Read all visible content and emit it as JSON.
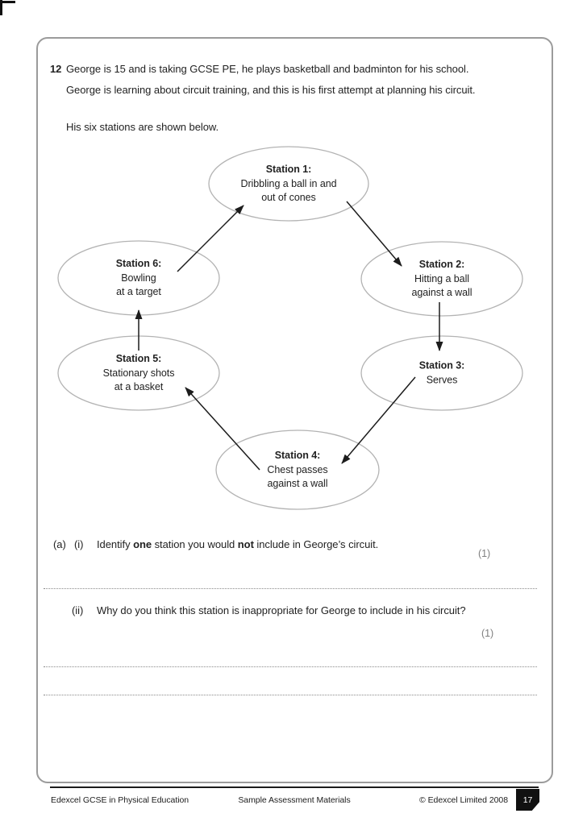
{
  "colors": {
    "text_black": "#222222",
    "frame_gray": "#9b9b9b",
    "ellipse_gray": "#b3b3b3",
    "marks_gray": "#7f7f7f"
  },
  "question": {
    "number": "12",
    "intro_line1": "George is 15 and is taking GCSE PE, he plays basketball and badminton for his school.",
    "intro_para2": "George is learning about circuit training, and this is his first attempt at planning his circuit.",
    "intro_para3": "His six stations are shown below."
  },
  "diagram": {
    "stations": [
      {
        "title": "Station 1:",
        "lines": [
          "Dribbling a ball in and",
          "out of cones"
        ]
      },
      {
        "title": "Station 2:",
        "lines": [
          "Hitting a ball",
          "against a wall"
        ]
      },
      {
        "title": "Station 3:",
        "lines": [
          "Serves"
        ]
      },
      {
        "title": "Station 4:",
        "lines": [
          "Chest passes",
          "against a wall"
        ]
      },
      {
        "title": "Station 5:",
        "lines": [
          "Stationary shots",
          "at a basket"
        ]
      },
      {
        "title": "Station 6:",
        "lines": [
          "Bowling",
          "at a target"
        ]
      }
    ],
    "flow": "1 → 2 → 3 → 4 → 5 → 6 → 1"
  },
  "questions": {
    "a_label": "(a)",
    "i": {
      "label": "(i)",
      "segments": [
        "Identify ",
        "one",
        " station you would ",
        "not",
        " include in George’s circuit."
      ],
      "marks": "(1)"
    },
    "ii": {
      "label": "(ii)",
      "text": "Why do you think this station is inappropriate for George to include in his circuit?",
      "marks": "(1)"
    }
  },
  "footer": {
    "left": "Edexcel GCSE in Physical Education",
    "center": "Sample Assessment Materials",
    "right": "© Edexcel Limited 2008",
    "page_number": "17"
  }
}
